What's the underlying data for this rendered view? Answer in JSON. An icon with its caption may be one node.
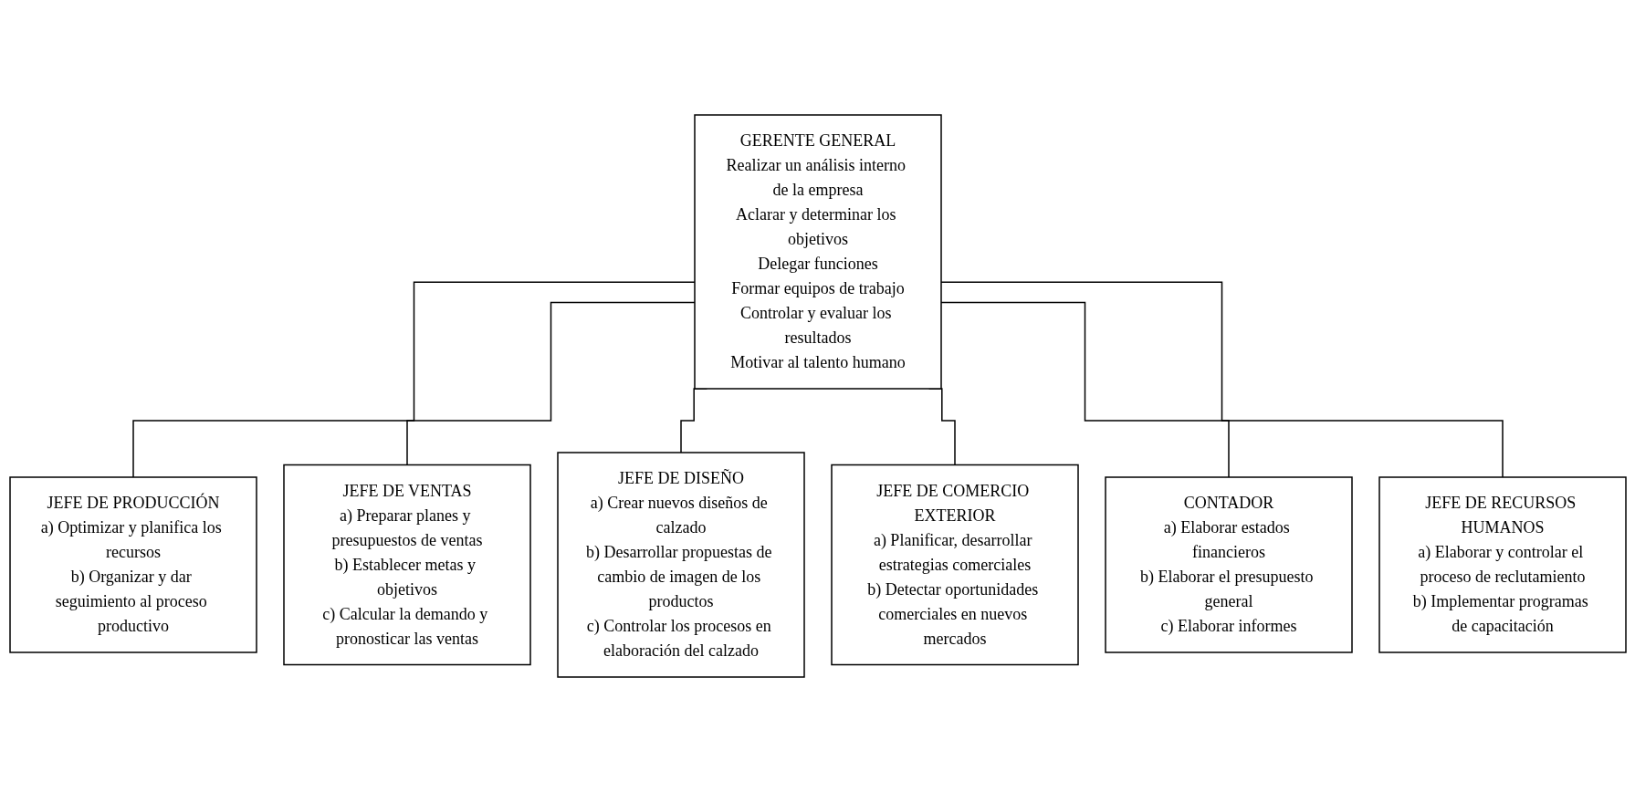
{
  "diagram": {
    "nodes": [
      {
        "text": [
          "GERENTE GENERAL",
          "Realizar un análisis interno de la empresa",
          "Aclarar y determinar los objetivos",
          "Delegar funciones",
          "Formar equipos de trabajo",
          "Controlar y evaluar los resultados",
          "Motivar al talento humano"
        ]
      },
      {
        "text": [
          "JEFE DE PRODUCCIÓN",
          "a) Optimizar y planifica los recursos",
          "b) Organizar y dar seguimiento al proceso productivo"
        ]
      },
      {
        "text": [
          "JEFE DE VENTAS",
          "a) Preparar planes y presupuestos de ventas",
          "b) Establecer metas y objetivos",
          "c) Calcular la demando y pronosticar las ventas"
        ]
      },
      {
        "text": [
          "JEFE DE DISEÑO",
          "a) Crear nuevos diseños de calzado",
          "b) Desarrollar propuestas de cambio de imagen de los productos",
          "c) Controlar los procesos en elaboración del calzado"
        ]
      },
      {
        "text": [
          "JEFE DE COMERCIO EXTERIOR",
          "a) Planificar, desarrollar estrategias comerciales",
          "b) Detectar oportunidades comerciales en nuevos mercados"
        ]
      },
      {
        "text": [
          "CONTADOR",
          "a) Elaborar estados financieros",
          "b) Elaborar el presupuesto general",
          "c) Elaborar informes"
        ]
      },
      {
        "text": [
          "JEFE DE RECURSOS HUMANOS",
          "a) Elaborar y controlar el proceso de reclutamiento",
          "b) Implementar programas de capacitación"
        ]
      }
    ],
    "edges": [
      {
        "from": 0,
        "to": 1,
        "arrow": "none"
      },
      {
        "from": 0,
        "to": 2,
        "arrow": "none"
      },
      {
        "from": 0,
        "to": 3,
        "arrow": "none"
      },
      {
        "from": 0,
        "to": 4,
        "arrow": "none"
      },
      {
        "from": 0,
        "to": 5,
        "arrow": "none"
      },
      {
        "from": 0,
        "to": 6,
        "arrow": "none"
      }
    ]
  }
}
